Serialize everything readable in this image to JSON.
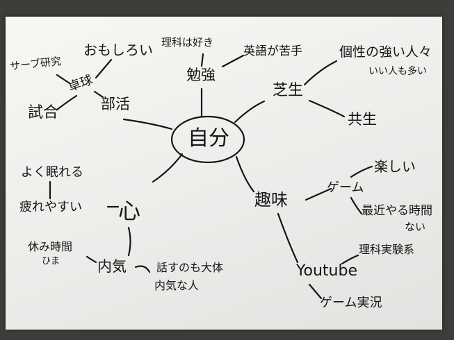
{
  "center": "自分",
  "branches": {
    "bukatsu": "部活",
    "takkyu": "卓球",
    "omoshiroi": "おもしろい",
    "serve": "サーブ研究",
    "shiai": "試合",
    "benkyo": "勉強",
    "rika_suki": "理科は好き",
    "eigo": "英語が苦手",
    "shiba": "芝生",
    "kosei": "個性の強い人々",
    "iihito": "いい人も多い",
    "kyosei": "共生",
    "kokoro": "心",
    "tsukare": "疲れやすい",
    "nemureru": "よく眠れる",
    "uchiki": "内気",
    "yasumi": "休み時間",
    "hima": "ひま",
    "hanashi1": "話すのも大体",
    "hanashi2": "内気な人",
    "shumi": "趣味",
    "game": "ゲーム",
    "tanoshii": "楽しい",
    "saikin1": "最近やる時間",
    "saikin2": "ない",
    "youtube": "Youtube",
    "jikken": "理科実験系",
    "jikkyo": "ゲーム実況"
  }
}
